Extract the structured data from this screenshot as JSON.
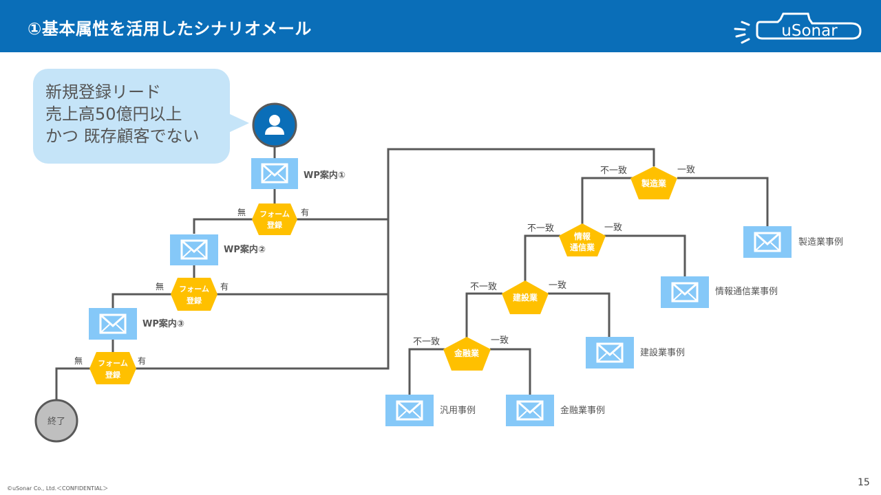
{
  "header": {
    "title": "①基本属性を活用したシナリオメール",
    "logo_text": "uSonar",
    "background_color": "#0a6eb8"
  },
  "condition_bubble": {
    "lines": [
      "新規登録リード",
      "売上高50億円以上",
      "かつ 既存顧客でない"
    ]
  },
  "nodes": {
    "start": {
      "icon": "user-icon"
    },
    "mail_wp1": {
      "label": "WP案内①",
      "icon": "envelope-icon"
    },
    "mail_wp2": {
      "label": "WP案内②",
      "icon": "envelope-icon"
    },
    "mail_wp3": {
      "label": "WP案内③",
      "icon": "envelope-icon"
    },
    "form1": {
      "line1": "フォーム",
      "line2": "登録",
      "no": "無",
      "yes": "有"
    },
    "form2": {
      "line1": "フォーム",
      "line2": "登録",
      "no": "無",
      "yes": "有"
    },
    "form3": {
      "line1": "フォーム",
      "line2": "登録",
      "no": "無",
      "yes": "有"
    },
    "end": {
      "label": "終了"
    },
    "dec_manufacturing": {
      "line1": "製造業",
      "line2": "",
      "mismatch": "不一致",
      "match": "一致"
    },
    "dec_it": {
      "line1": "情報",
      "line2": "通信業",
      "mismatch": "不一致",
      "match": "一致"
    },
    "dec_construction": {
      "line1": "建設業",
      "line2": "",
      "mismatch": "不一致",
      "match": "一致"
    },
    "dec_finance": {
      "line1": "金融業",
      "line2": "",
      "mismatch": "不一致",
      "match": "一致"
    },
    "mail_manufacturing": {
      "label": "製造業事例",
      "icon": "envelope-icon"
    },
    "mail_it": {
      "label": "情報通信業事例",
      "icon": "envelope-icon"
    },
    "mail_construction": {
      "label": "建設業事例",
      "icon": "envelope-icon"
    },
    "mail_general": {
      "label": "汎用事例",
      "icon": "envelope-icon"
    },
    "mail_finance": {
      "label": "金融業事例",
      "icon": "envelope-icon"
    }
  },
  "colors": {
    "mail_box": "#85c8f8",
    "decision": "#ffc000",
    "connector": "#595959",
    "start_circle": "#0a6eb8",
    "end_circle": "#bfbfbf"
  },
  "footer": {
    "copyright": "©uSonar Co., Ltd.＜CONFIDENTIAL＞",
    "page_number": "15"
  }
}
